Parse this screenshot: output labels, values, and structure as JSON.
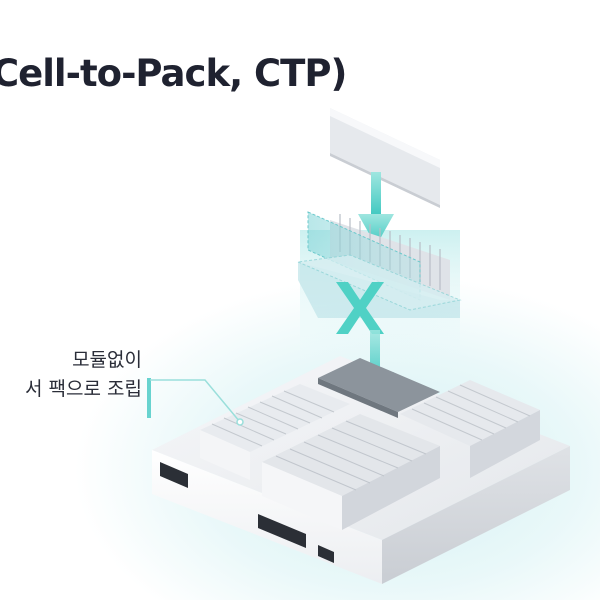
{
  "title": "Cell-to-Pack, CTP)",
  "caption": {
    "line1": "모듈없이",
    "line2": "서 팩으로 조립"
  },
  "colors": {
    "accent": "#4fd1c5",
    "title_text": "#1f2230",
    "glow": "#d4f1f3"
  },
  "icons": {
    "arrow": "down-arrow-icon",
    "cross": "x-mark-icon"
  }
}
